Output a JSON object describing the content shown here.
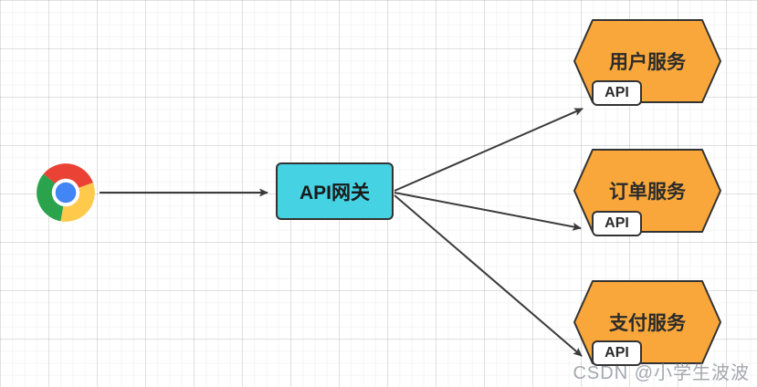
{
  "diagram": {
    "client": {
      "icon": "chrome-browser-logo"
    },
    "gateway": {
      "label": "API网关"
    },
    "services": [
      {
        "label": "用户服务",
        "api_label": "API"
      },
      {
        "label": "订单服务",
        "api_label": "API"
      },
      {
        "label": "支付服务",
        "api_label": "API"
      }
    ],
    "edges": [
      {
        "from": "client",
        "to": "gateway"
      },
      {
        "from": "gateway",
        "to": "service-users-api"
      },
      {
        "from": "gateway",
        "to": "service-orders-api"
      },
      {
        "from": "gateway",
        "to": "service-payments-api"
      }
    ]
  },
  "colors": {
    "gateway_fill": "#45D2E3",
    "service_fill": "#F9A73B",
    "node_stroke": "#333333",
    "api_box_fill": "#FFFFFF",
    "arrow": "#3B3B3B",
    "chrome_red": "#EA4335",
    "chrome_green": "#2BA24C",
    "chrome_yellow": "#FFC94C",
    "chrome_blue": "#4285F4"
  },
  "watermark": {
    "text": "CSDN @小学生波波",
    "color": "#9499A0"
  }
}
